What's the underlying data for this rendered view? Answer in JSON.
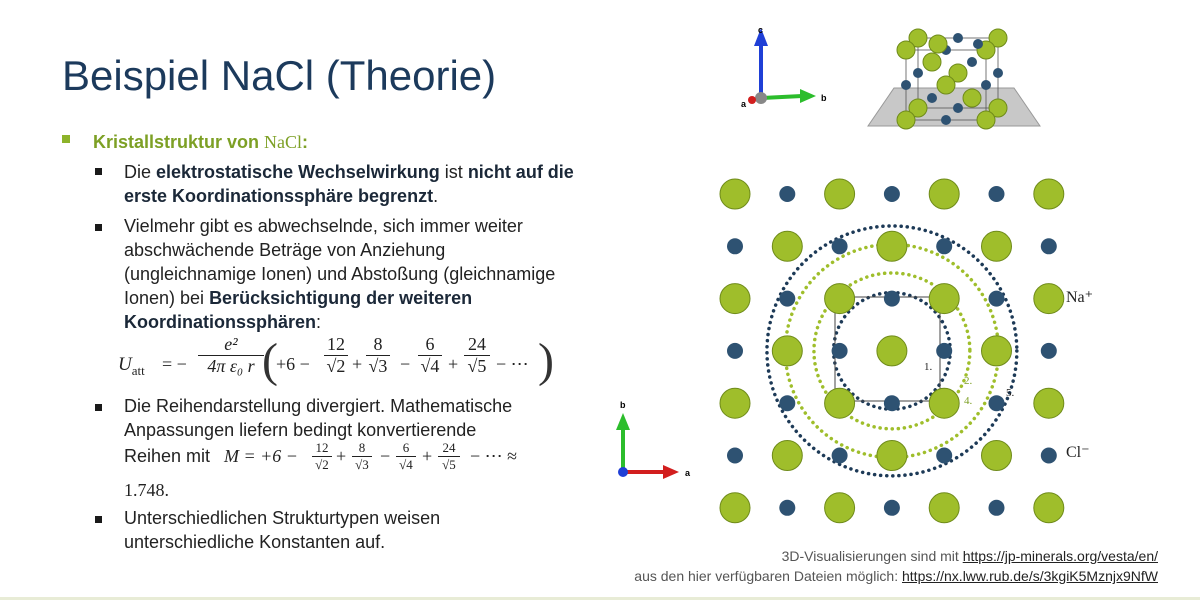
{
  "slide": {
    "title": "Beispiel NaCl (Theorie)",
    "heading_prefix": "Kristallstruktur von ",
    "heading_formula": "NaCl",
    "heading_suffix": ":",
    "bullet1": {
      "t1": "Die ",
      "b1": "elektrostatische Wechselwirkung",
      "t2": " ist ",
      "b2": "nicht auf die erste Koordinationssphäre begrenzt",
      "t3": "."
    },
    "bullet2": {
      "t1": "Vielmehr gibt es abwechselnde, sich immer weiter abschwächende Beträge von Anziehung (ungleichnamige Ionen) und Abstoßung (gleichnamige Ionen) bei ",
      "b1": "Berücksichtigung der weiteren Koordinationssphären",
      "t2": ":"
    },
    "formula": {
      "lhs": "U",
      "lhs_sub": "att",
      "eq": "= −",
      "num": "e²",
      "den": "4π ε₀ r",
      "terms_start": "+6 −",
      "f1n": "12",
      "f1d": "√2",
      "f2n": "8",
      "f2d": "√3",
      "f3n": "6",
      "f3d": "√4",
      "f4n": "24",
      "f4d": "√5",
      "ops": [
        "+",
        "−",
        "+",
        "− ⋯"
      ]
    },
    "bullet3": {
      "t1": "Die Reihendarstellung divergiert. Mathematische Anpassungen liefern bedingt konvertierende",
      "t2": "Reihen mit",
      "M": "M = +6 −",
      "tail": "− ⋯ ≈",
      "value": "1.748."
    },
    "bullet4": {
      "t1": "Unterschiedlichen Strukturtypen weisen unterschiedliche Konstanten auf."
    },
    "caption": {
      "line1_text": "3D-Visualisierungen sind mit ",
      "line1_link": "https://jp-minerals.org/vesta/en/",
      "line2_text": "aus den hier verfügbaren Dateien möglich: ",
      "line2_link": "https://nx.lww.rub.de/s/3kgiK5Mznjx9NfW"
    }
  },
  "diagram": {
    "axis3d": {
      "c": "c",
      "a": "a",
      "b": "b"
    },
    "axis2d": {
      "b": "b",
      "a": "a"
    },
    "legend_na": "Na⁺",
    "legend_cl": "Cl⁻",
    "shell_labels": [
      "1.",
      "2.",
      "4.",
      "5."
    ],
    "colors": {
      "na": "#9fbe2b",
      "na_stroke": "#6f8b1a",
      "cl": "#2e5272",
      "shell_dark": "#1d3a57",
      "shell_green": "#9fbe2b"
    }
  }
}
